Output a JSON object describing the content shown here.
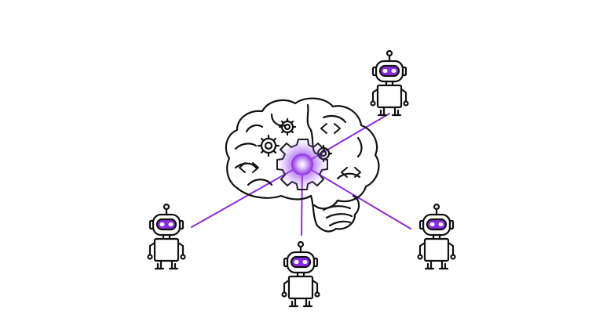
{
  "colors": {
    "accent": "#8a2be2",
    "accent_light": "#c68bff",
    "stroke": "#111111",
    "background": "#ffffff"
  },
  "hub": {
    "icon": "brain-icon",
    "center_icon": "glowing-gear-icon",
    "inner_icons": [
      "gear-icon",
      "gear-icon",
      "gear-icon",
      "code-brackets-icon",
      "code-brackets-icon",
      "code-brackets-icon"
    ]
  },
  "agents": [
    {
      "id": "agent-top-right",
      "icon": "robot-icon"
    },
    {
      "id": "agent-left",
      "icon": "robot-icon"
    },
    {
      "id": "agent-bottom",
      "icon": "robot-icon"
    },
    {
      "id": "agent-right",
      "icon": "robot-icon"
    }
  ]
}
